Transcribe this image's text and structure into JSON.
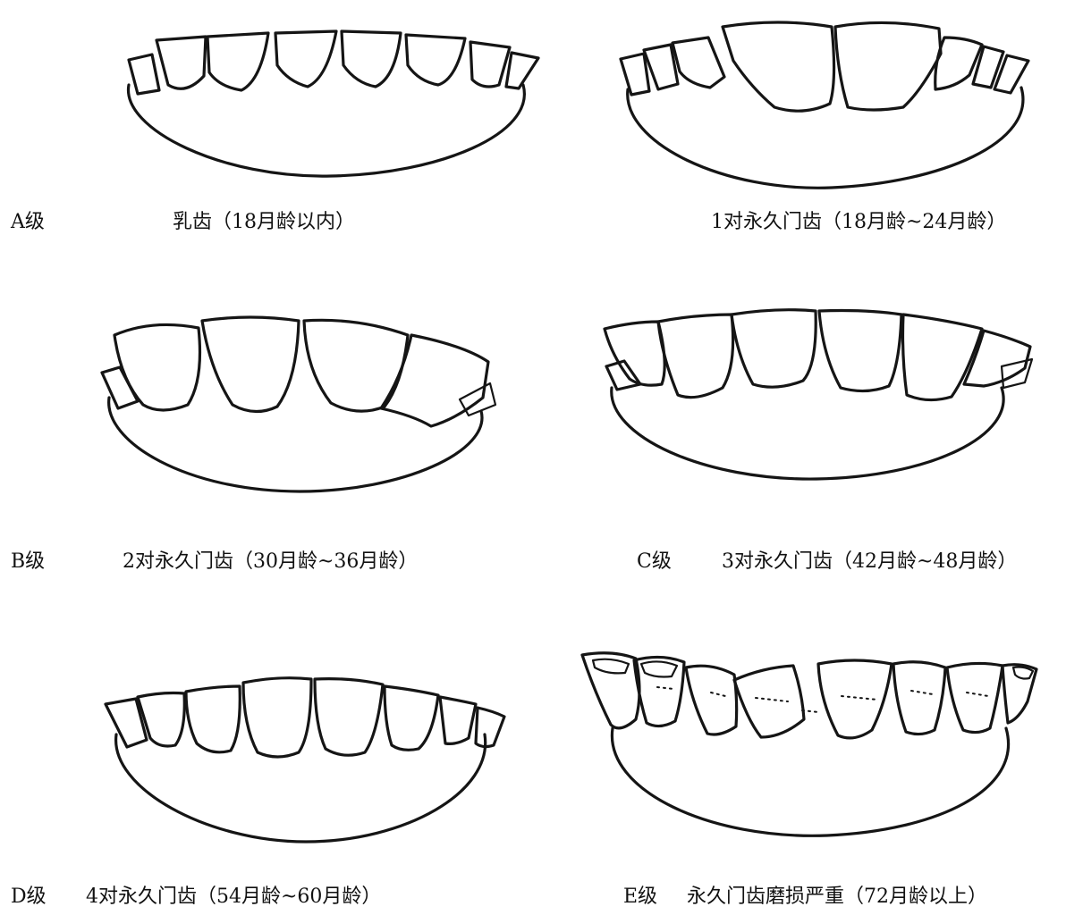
{
  "labels": {
    "a_grade": "A级",
    "a_desc": "乳齿（18月龄以内）",
    "a2_desc": "1对永久门齿（18月龄~24月龄）",
    "b_grade": "B级",
    "b_desc": "2对永久门齿（30月龄~36月龄）",
    "c_grade": "C级",
    "c_desc": "3对永久门齿（42月龄~48月龄）",
    "d_grade": "D级",
    "d_desc": "4对永久门齿（54月龄~60月龄）",
    "e_grade": "E级",
    "e_desc": "永久门齿磨损严重（72月龄以上）"
  },
  "figures": [
    {
      "id": "a",
      "depicts": "milk-teeth"
    },
    {
      "id": "a2",
      "depicts": "one-pair-permanent-incisors"
    },
    {
      "id": "b",
      "depicts": "two-pairs-permanent-incisors"
    },
    {
      "id": "c",
      "depicts": "three-pairs-permanent-incisors"
    },
    {
      "id": "d",
      "depicts": "four-pairs-permanent-incisors"
    },
    {
      "id": "e",
      "depicts": "worn-permanent-incisors"
    }
  ]
}
